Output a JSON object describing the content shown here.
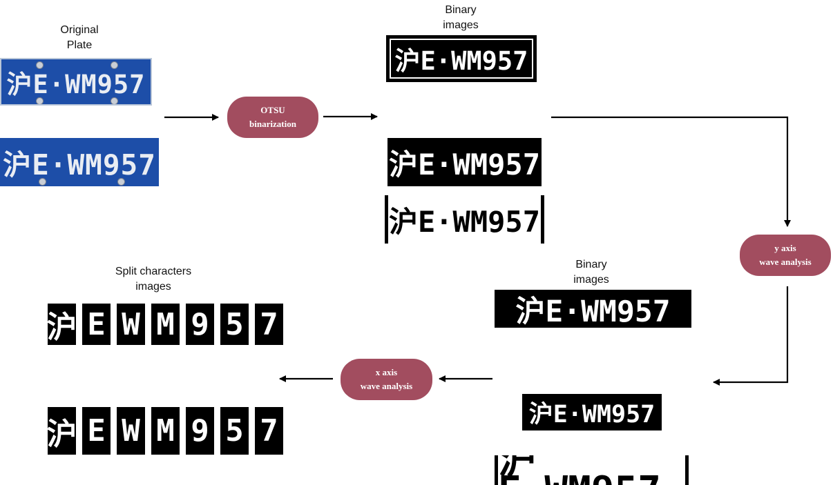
{
  "labels": {
    "original_plate": [
      "Original",
      "Plate"
    ],
    "binary_images_top": [
      "Binary",
      "images"
    ],
    "binary_images_bottom": [
      "Binary",
      "images"
    ],
    "split_characters": [
      "Split characters",
      "images"
    ]
  },
  "steps": {
    "otsu": [
      "OTSU",
      "binarization"
    ],
    "y_axis": [
      "y axis",
      "wave analysis"
    ],
    "x_axis": [
      "x axis",
      "wave analysis"
    ]
  },
  "plate_text": "沪E·WM957",
  "split_chars": [
    "沪",
    "E",
    "W",
    "M",
    "9",
    "5",
    "7"
  ],
  "colors": {
    "step_pill": "#a24d5f",
    "plate_blue": "#1d4ea8",
    "arrow": "#000000"
  },
  "icons": [
    "arrow-right-icon",
    "arrow-down-icon",
    "arrow-left-icon"
  ]
}
